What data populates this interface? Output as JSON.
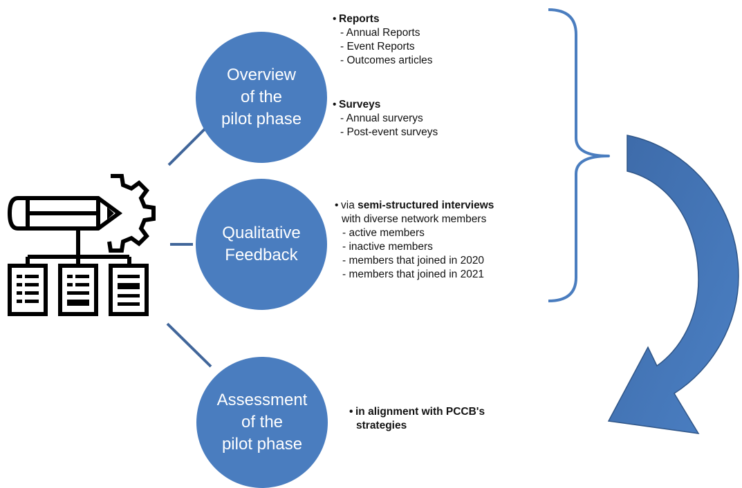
{
  "circles": {
    "overview": "Overview\nof the\npilot phase",
    "qualitative": "Qualitative\nFeedback",
    "assessment": "Assessment\nof the\npilot phase"
  },
  "reports": {
    "heading": "Reports",
    "items": [
      "- Annual Reports",
      "- Event Reports",
      "- Outcomes articles"
    ]
  },
  "surveys": {
    "heading": "Surveys",
    "items": [
      "- Annual surverys",
      "- Post-event surveys"
    ]
  },
  "interviews": {
    "prefix": "via ",
    "bold": "semi-structured interviews",
    "line2": "with diverse network members",
    "items": [
      "- active members",
      "- inactive members",
      "- members that joined in 2020",
      "- members that joined in 2021"
    ]
  },
  "assessment_text": {
    "line1": "in alignment with PCCB's",
    "line2": "strategies"
  },
  "colors": {
    "circle_fill": "#4a7dbf",
    "connector": "#41669a",
    "arrow": "#4a7dbf",
    "brace": "#4a7dbf"
  },
  "icons": {
    "tool_icon": "pencil-gear-documents-icon"
  }
}
